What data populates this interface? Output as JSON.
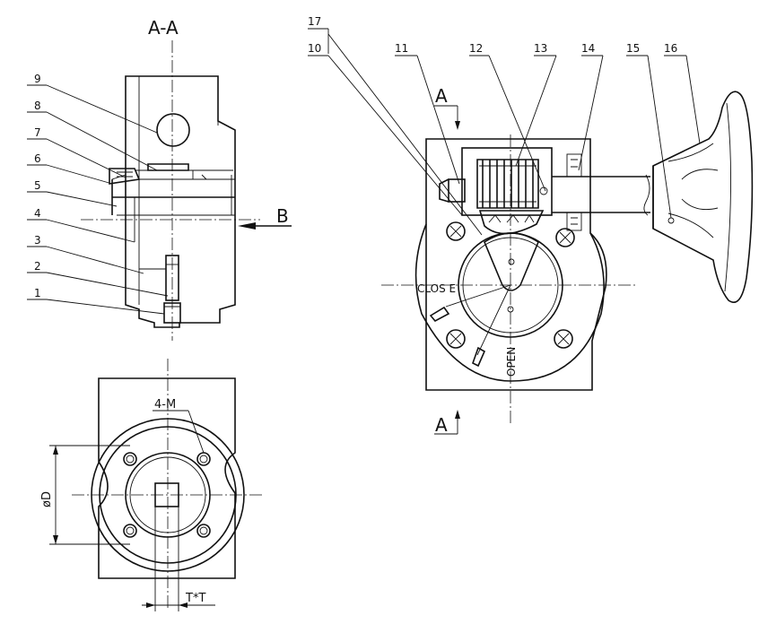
{
  "section_title": "A-A",
  "part_numbers": {
    "p1": "1",
    "p2": "2",
    "p3": "3",
    "p4": "4",
    "p5": "5",
    "p6": "6",
    "p7": "7",
    "p8": "8",
    "p9": "9",
    "p10": "10",
    "p11": "11",
    "p12": "12",
    "p13": "13",
    "p14": "14",
    "p15": "15",
    "p16": "16",
    "p17": "17"
  },
  "view_markers": {
    "a_top": "A",
    "a_bottom": "A",
    "b": "B"
  },
  "dial_labels": {
    "close": "CLOS E",
    "open": "OPEN"
  },
  "dimensions": {
    "bolts": "4-M",
    "diameter": "øD",
    "square": "T*T"
  }
}
